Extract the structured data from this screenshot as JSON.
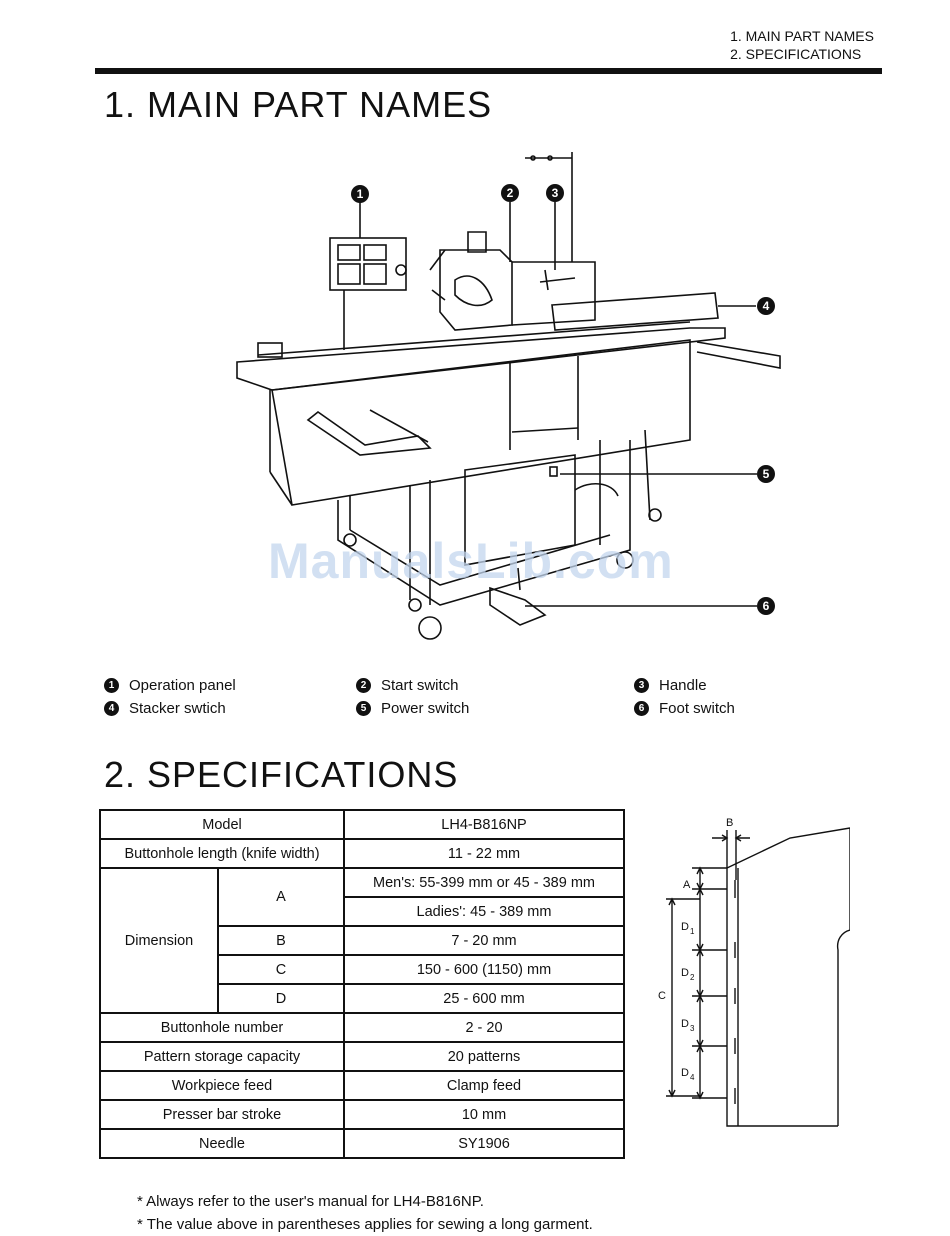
{
  "header": {
    "line1": "1. MAIN PART NAMES",
    "line2": "2. SPECIFICATIONS"
  },
  "section1": {
    "title": "1. MAIN PART NAMES",
    "callouts": [
      "1",
      "2",
      "3",
      "4",
      "5",
      "6"
    ],
    "parts": [
      {
        "n": "1",
        "label": "Operation panel"
      },
      {
        "n": "2",
        "label": "Start switch"
      },
      {
        "n": "3",
        "label": "Handle"
      },
      {
        "n": "4",
        "label": "Stacker swtich"
      },
      {
        "n": "5",
        "label": "Power switch"
      },
      {
        "n": "6",
        "label": "Foot switch"
      }
    ]
  },
  "section2": {
    "title": "2. SPECIFICATIONS",
    "table": {
      "model_label": "Model",
      "model_value": "LH4-B816NP",
      "bh_length_label": "Buttonhole length (knife width)",
      "bh_length_value": "11 - 22 mm",
      "dimension_label": "Dimension",
      "dimension_rows": [
        {
          "key": "A",
          "value": "Men's: 55-399 mm or 45 - 389 mm"
        },
        {
          "key": "",
          "value": "Ladies': 45 - 389 mm"
        },
        {
          "key": "B",
          "value": "7 - 20 mm"
        },
        {
          "key": "C",
          "value": "150 - 600 (1150) mm"
        },
        {
          "key": "D",
          "value": "25 - 600 mm"
        }
      ],
      "rows": [
        {
          "label": "Buttonhole number",
          "value": "2 - 20"
        },
        {
          "label": "Pattern storage capacity",
          "value": "20 patterns"
        },
        {
          "label": "Workpiece feed",
          "value": "Clamp feed"
        },
        {
          "label": "Presser bar stroke",
          "value": "10 mm"
        },
        {
          "label": "Needle",
          "value": "SY1906"
        }
      ]
    },
    "diagram_labels": {
      "a": "A",
      "b": "B",
      "c": "C",
      "d1": "D",
      "d2": "D",
      "d3": "D",
      "d4": "D",
      "s1": "1",
      "s2": "2",
      "s3": "3",
      "s4": "4"
    },
    "notes": [
      "*  Always refer to the user's manual for LH4-B816NP.",
      "*  The value above in parentheses applies for sewing a long garment."
    ]
  },
  "watermark": "ManualsLib.com"
}
